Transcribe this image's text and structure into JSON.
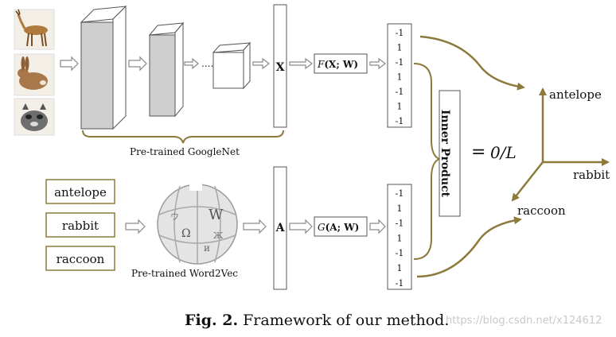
{
  "labels": {
    "googlenet": "Pre-trained GoogleNet",
    "word2vec": "Pre-trained Word2Vec",
    "x_box": "X",
    "a_box": "A",
    "fx_func": "F",
    "fx_args": "(X;  W)",
    "ga_func": "G",
    "ga_args": "(A;  W)",
    "inner_product": "Inner Product",
    "equals": "=",
    "zero_one_loss": "0/L",
    "dots": "......"
  },
  "top_vector": [
    "-1",
    "1",
    "-1",
    "1",
    "-1",
    "1",
    "-1"
  ],
  "bottom_vector": [
    "-1",
    "1",
    "-1",
    "1",
    "-1",
    "1",
    "-1"
  ],
  "classes": [
    "antelope",
    "rabbit",
    "raccoon"
  ],
  "axis_labels": {
    "up": "antelope",
    "right": "rabbit",
    "down_left": "raccoon"
  },
  "caption": {
    "prefix": "Fig. 2.",
    "text": "Framework of our method."
  },
  "watermark": "https://blog.csdn.net/x124612",
  "colors": {
    "olive": "#8c7a3c",
    "gray": "#8a8a8a",
    "box_edge": "#444444"
  }
}
